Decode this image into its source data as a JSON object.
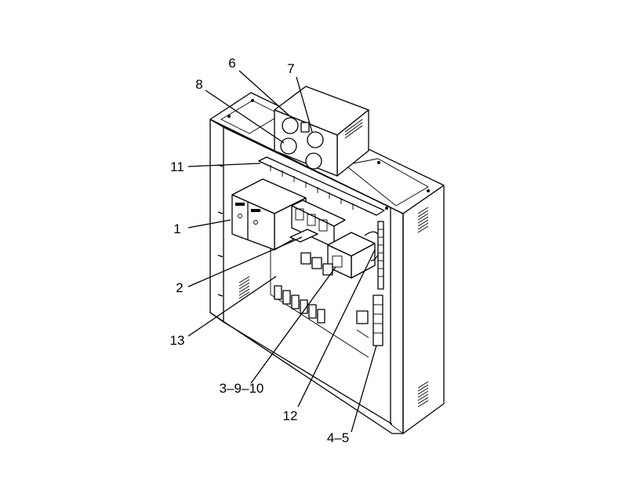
{
  "diagram": {
    "labels": {
      "l6": "6",
      "l7": "7",
      "l8": "8",
      "l11": "11",
      "l1": "1",
      "l2": "2",
      "l13": "13",
      "l3910": "3–9–10",
      "l12": "12",
      "l45": "4–5"
    }
  }
}
